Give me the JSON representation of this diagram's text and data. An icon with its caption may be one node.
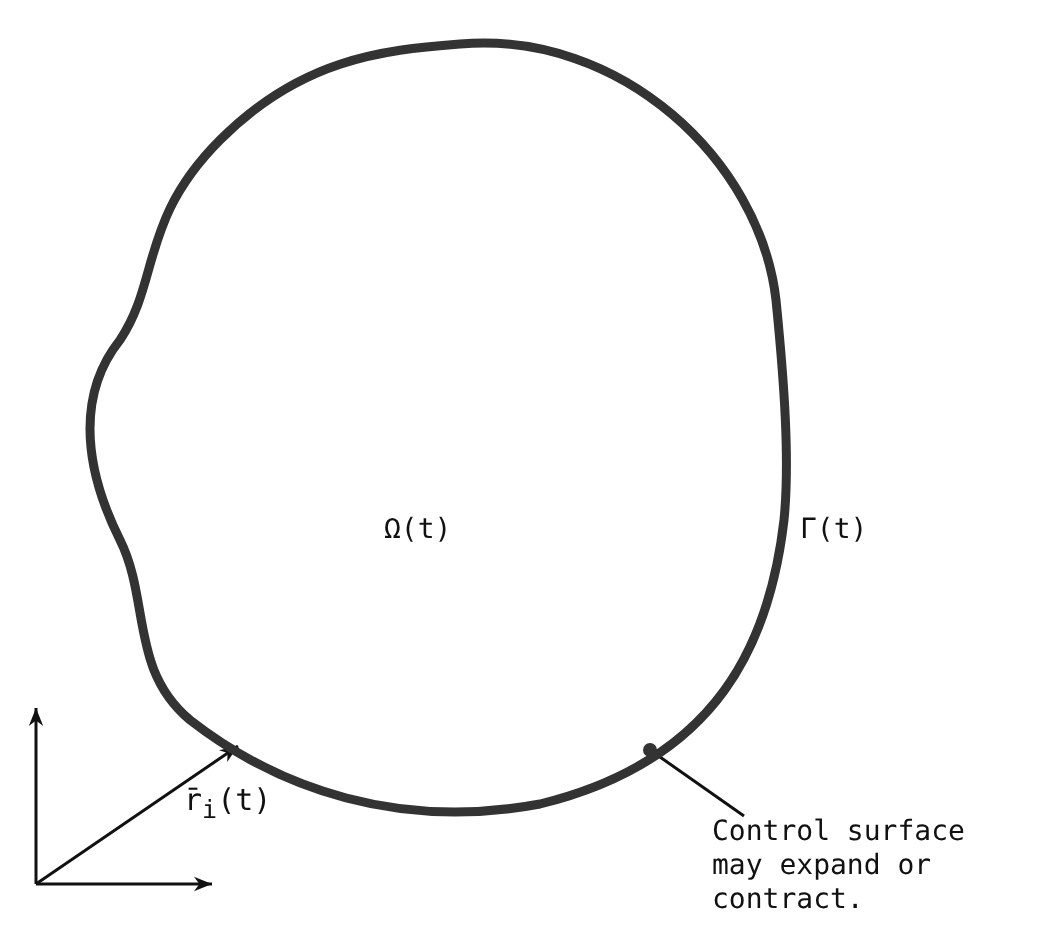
{
  "diagram": {
    "nodes": [
      {
        "text": [
          "Ω(t)"
        ],
        "beside": [
          "Γ(t)"
        ]
      },
      {
        "text": [
          "Control surface may expand or contract."
        ]
      }
    ],
    "edges": [
      {
        "from": 1,
        "to": 0,
        "arrow": "none"
      },
      {
        "from": null,
        "to": 0,
        "arrow": "to",
        "label": "r̄$_{i}$(t)"
      }
    ]
  }
}
